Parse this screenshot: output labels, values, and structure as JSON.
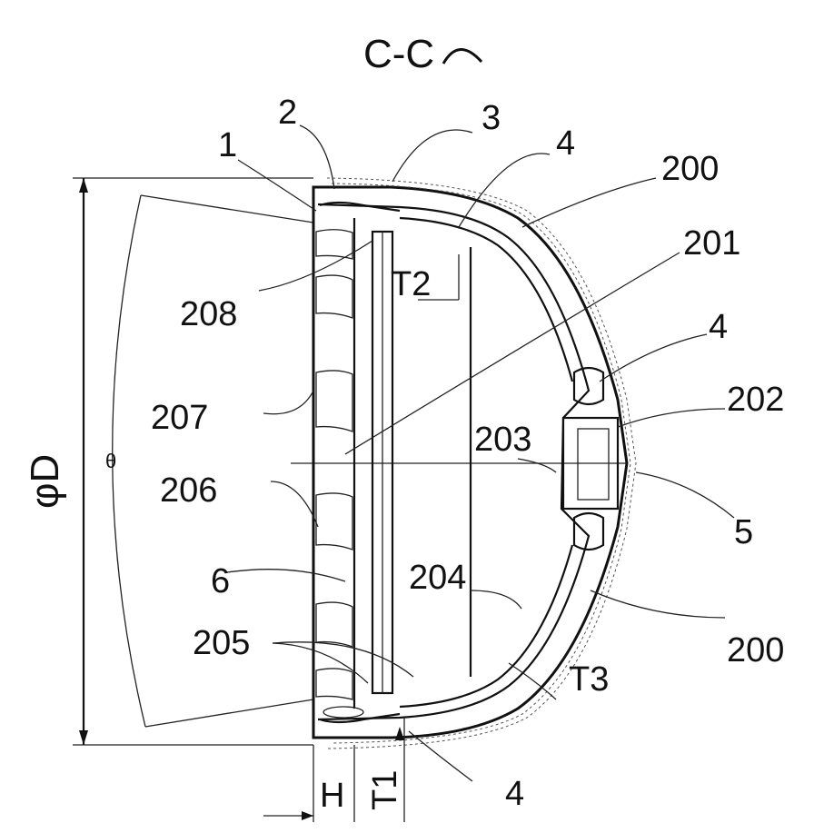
{
  "section_title": "C-C",
  "labels": {
    "l1": "1",
    "l2": "2",
    "l3": "3",
    "l4_top": "4",
    "l200_top": "200",
    "l201": "201",
    "l4_mid": "4",
    "l202": "202",
    "l203": "203",
    "l5": "5",
    "l200_bottom": "200",
    "l204": "204",
    "lT3": "T3",
    "l4_bottom": "4",
    "lT2": "T2",
    "l208": "208",
    "l207": "207",
    "l206": "206",
    "l6": "6",
    "l205": "205",
    "lH": "H",
    "lT1": "T1",
    "lD": "φD",
    "ltheta": "θ"
  }
}
